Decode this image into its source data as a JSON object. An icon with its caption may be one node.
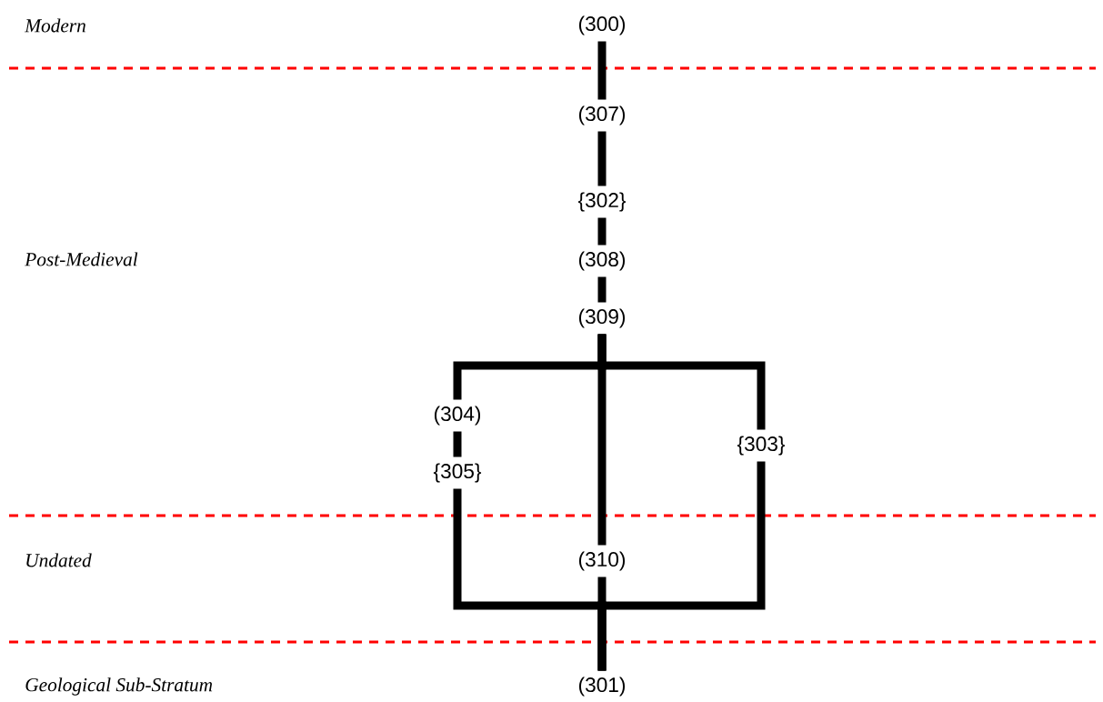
{
  "diagram": {
    "nodes": [
      {
        "text": [
          "(300)"
        ]
      },
      {
        "text": [
          "(307)"
        ]
      },
      {
        "text": [
          "{302}"
        ]
      },
      {
        "text": [
          "(308)"
        ]
      },
      {
        "text": [
          "(309)"
        ]
      },
      {
        "text": [
          "(304)"
        ]
      },
      {
        "text": [
          "{305}"
        ]
      },
      {
        "text": [
          "{303}"
        ]
      },
      {
        "text": [
          "(310)"
        ]
      },
      {
        "text": [
          "(301)"
        ]
      }
    ],
    "edges": [
      {
        "from": 0,
        "to": 1,
        "arrow": "none"
      },
      {
        "from": 1,
        "to": 2,
        "arrow": "none"
      },
      {
        "from": 2,
        "to": 3,
        "arrow": "none"
      },
      {
        "from": 3,
        "to": 4,
        "arrow": "none"
      },
      {
        "from": 4,
        "to": 5,
        "arrow": "none"
      },
      {
        "from": 4,
        "to": 8,
        "arrow": "none"
      },
      {
        "from": 4,
        "to": 7,
        "arrow": "none"
      },
      {
        "from": 5,
        "to": 6,
        "arrow": "none"
      },
      {
        "from": 6,
        "to": 9,
        "arrow": "none"
      },
      {
        "from": 8,
        "to": 9,
        "arrow": "none"
      },
      {
        "from": 7,
        "to": 9,
        "arrow": "none"
      }
    ],
    "labels": [
      "Modern",
      "Post-Medieval",
      "Undated",
      "Geological Sub-Stratum"
    ]
  }
}
